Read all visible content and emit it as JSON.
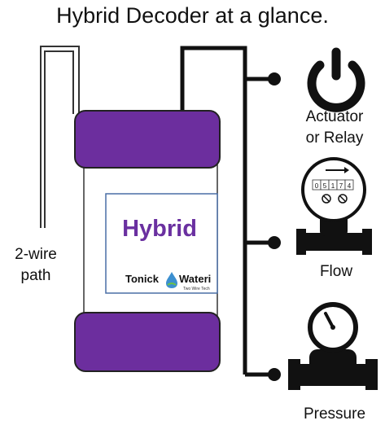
{
  "title": "Hybrid Decoder at a glance.",
  "wire_path": {
    "line1": "2-wire",
    "line2": "path"
  },
  "decoder": {
    "label": "Hybrid",
    "brand_part1": "Tonick",
    "brand_part2": "Wateri",
    "tagline": "Two Wire Tech",
    "accent_color": "#6c2e9e",
    "label_color": "#6a30a0"
  },
  "devices": [
    {
      "line1": "Actuator",
      "line2": "or Relay",
      "icon": "power-icon"
    },
    {
      "line1": "Flow",
      "line2": "",
      "icon": "flow-meter-icon"
    },
    {
      "line1": "Pressure",
      "line2": "",
      "icon": "pressure-gauge-icon"
    }
  ],
  "flow_meter_digits": [
    "0",
    "5",
    "1",
    "7",
    "4"
  ]
}
